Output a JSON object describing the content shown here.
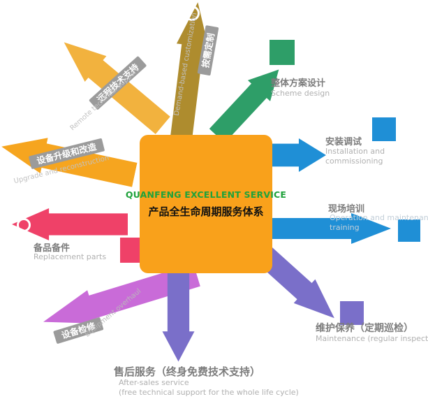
{
  "colors": {
    "center": "#F9A11B",
    "title_accent": "#1FA23B",
    "gold": "#AE8C2E",
    "yellow": "#F2B23E",
    "orange": "#F6A51F",
    "green": "#2E9E68",
    "blue": "#1F8FD6",
    "purple": "#7A6FC9",
    "orchid": "#C96BD8",
    "red": "#EF4168"
  },
  "center": {
    "title_en": "QUANFENG EXCELLENT SERVICE",
    "title_zh": "产品全生命周期服务体系"
  },
  "services": {
    "demand": {
      "zh": "按需定制",
      "en": "Demand-based customization"
    },
    "remote": {
      "zh": "远程技术支持",
      "en": "Remote technical support"
    },
    "upgrade": {
      "zh": "设备升级和改造",
      "en": "Upgrade and reconstruction"
    },
    "spares": {
      "zh": "备品备件",
      "en": "Replacement parts"
    },
    "overhaul": {
      "zh": "设备检修",
      "en": "Equipment overhaul"
    },
    "aftersales": {
      "zh": "售后服务（终身免费技术支持）",
      "en1": "After-sales service",
      "en2": "(free technical support for the whole life cycle)"
    },
    "maintenance": {
      "zh": "维护保养（定期巡检）",
      "en": "Maintenance (regular inspection)"
    },
    "training": {
      "zh": "现场培训",
      "en1": "Operation and maintenance",
      "en2": "training"
    },
    "install": {
      "zh": "安装调试",
      "en1": "Installation and",
      "en2": "commissioning"
    },
    "scheme": {
      "zh": "整体方案设计",
      "en": "Scheme design"
    }
  }
}
